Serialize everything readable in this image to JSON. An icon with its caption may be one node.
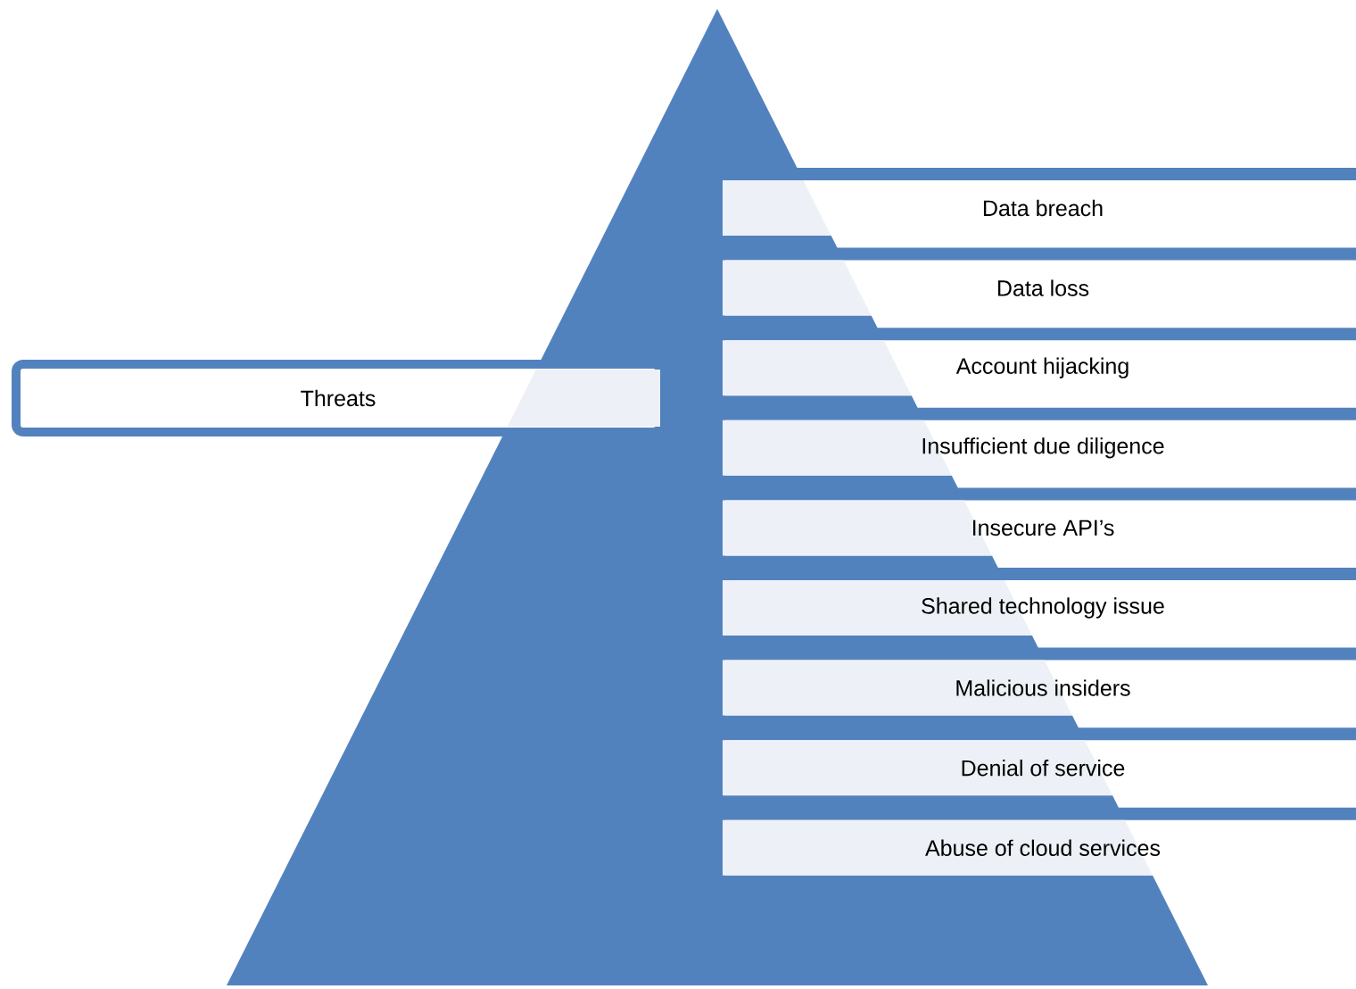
{
  "diagram": {
    "nodes": [
      {
        "text": [],
        "shape": "triangle"
      },
      {
        "text": [
          "Threats"
        ]
      },
      {
        "text": [
          "Data breach"
        ]
      },
      {
        "text": [
          "Data loss"
        ]
      },
      {
        "text": [
          "Account hijacking"
        ]
      },
      {
        "text": [
          "Insufficient due diligence"
        ]
      },
      {
        "text": [
          "Insecure API’s"
        ]
      },
      {
        "text": [
          "Shared technology issue"
        ]
      },
      {
        "text": [
          "Malicious insiders"
        ]
      },
      {
        "text": [
          "Denial of service"
        ]
      },
      {
        "text": [
          "Abuse of cloud services"
        ]
      }
    ]
  }
}
